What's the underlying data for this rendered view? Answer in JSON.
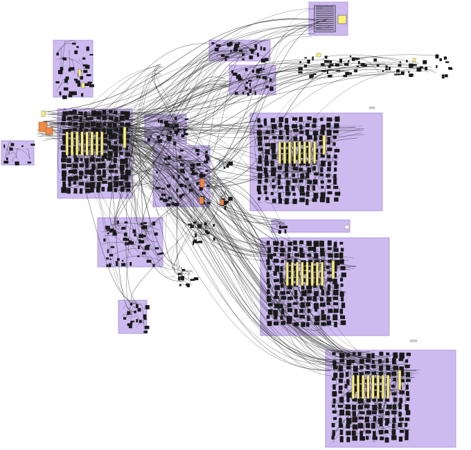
{
  "canvas": {
    "background": "#ffffff",
    "group_fill": "#c9b6ef",
    "group_stroke": "#9d86d6",
    "wire_color": "#222222",
    "component_color": "#1a1a1a",
    "slider_fill": "#fff27a",
    "slider_stroke": "#555555",
    "warning_fill": "#f08a4b"
  },
  "groups": [
    {
      "id": "g-top-right-output"
    },
    {
      "id": "g-upper-left-column"
    },
    {
      "id": "g-top-center-small"
    },
    {
      "id": "g-center-mid-small"
    },
    {
      "id": "g-left-input"
    },
    {
      "id": "g-main-left-cluster"
    },
    {
      "id": "g-center-top"
    },
    {
      "id": "g-center-big"
    },
    {
      "id": "g-right-upper-cluster"
    },
    {
      "id": "g-right-thin-bar"
    },
    {
      "id": "g-lower-left-cluster"
    },
    {
      "id": "g-left-bottom-small"
    },
    {
      "id": "g-right-middle-cluster"
    },
    {
      "id": "g-right-bottom-cluster"
    }
  ]
}
